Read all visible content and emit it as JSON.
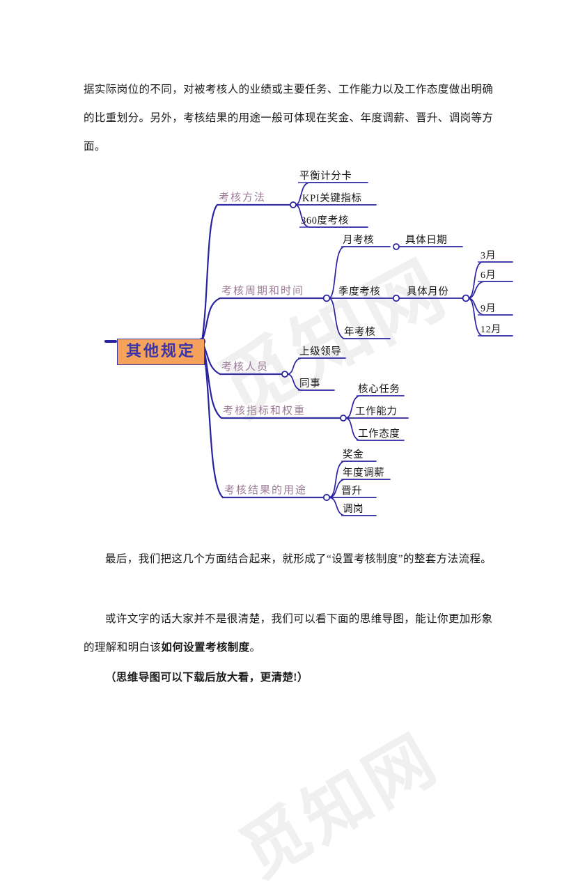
{
  "document": {
    "paragraphs": {
      "top": "据实际岗位的不同，对被考核人的业绩或主要任务、工作能力以及工作态度做出明确的比重划分。另外，考核结果的用途一般可体现在奖金、年度调薪、晋升、调岗等方面。",
      "bottom_1": "最后，我们把这几个方面结合起来，就形成了“设置考核制度”的整套方法流程。",
      "bottom_2_prefix": "或许文字的话大家并不是很清楚，我们可以看下面的思维导图，能让你更加形象的理解和明白该",
      "bottom_2_bold": "如何设置考核制度",
      "bottom_2_suffix": "。",
      "bottom_3": "（思维导图可以下载后放大看，更清楚!）"
    },
    "watermark": "觅知网"
  },
  "mindmap": {
    "central_topic": "其他规定",
    "colors": {
      "central_fill": "#f5a25c",
      "central_border": "#3b35a8",
      "central_text": "#3b35a8",
      "branch_line": "#2a23a0",
      "level1_text": "#9b7b95",
      "leaf_text": "#141414",
      "leaf_underline": "#3b35a8"
    },
    "branches": [
      {
        "label": "考核方法",
        "children": [
          {
            "label": "平衡计分卡",
            "children": []
          },
          {
            "label": "KPI关键指标",
            "children": []
          },
          {
            "label": "360度考核",
            "children": []
          }
        ]
      },
      {
        "label": "考核周期和时间",
        "children": [
          {
            "label": "月考核",
            "children": [
              {
                "label": "具体日期",
                "children": []
              }
            ]
          },
          {
            "label": "季度考核",
            "children": [
              {
                "label": "具体月份",
                "children": [
                  {
                    "label": "3月"
                  },
                  {
                    "label": "6月"
                  },
                  {
                    "label": "9月"
                  },
                  {
                    "label": "12月"
                  }
                ]
              }
            ]
          },
          {
            "label": "年考核",
            "children": []
          }
        ]
      },
      {
        "label": "考核人员",
        "children": [
          {
            "label": "上级领导",
            "children": []
          },
          {
            "label": "同事",
            "children": []
          }
        ]
      },
      {
        "label": "考核指标和权重",
        "children": [
          {
            "label": "核心任务",
            "children": []
          },
          {
            "label": "工作能力",
            "children": []
          },
          {
            "label": "工作态度",
            "children": []
          }
        ]
      },
      {
        "label": "考核结果的用途",
        "children": [
          {
            "label": "奖金",
            "children": []
          },
          {
            "label": "年度调薪",
            "children": []
          },
          {
            "label": "晋升",
            "children": []
          },
          {
            "label": "调岗",
            "children": []
          }
        ]
      }
    ]
  }
}
